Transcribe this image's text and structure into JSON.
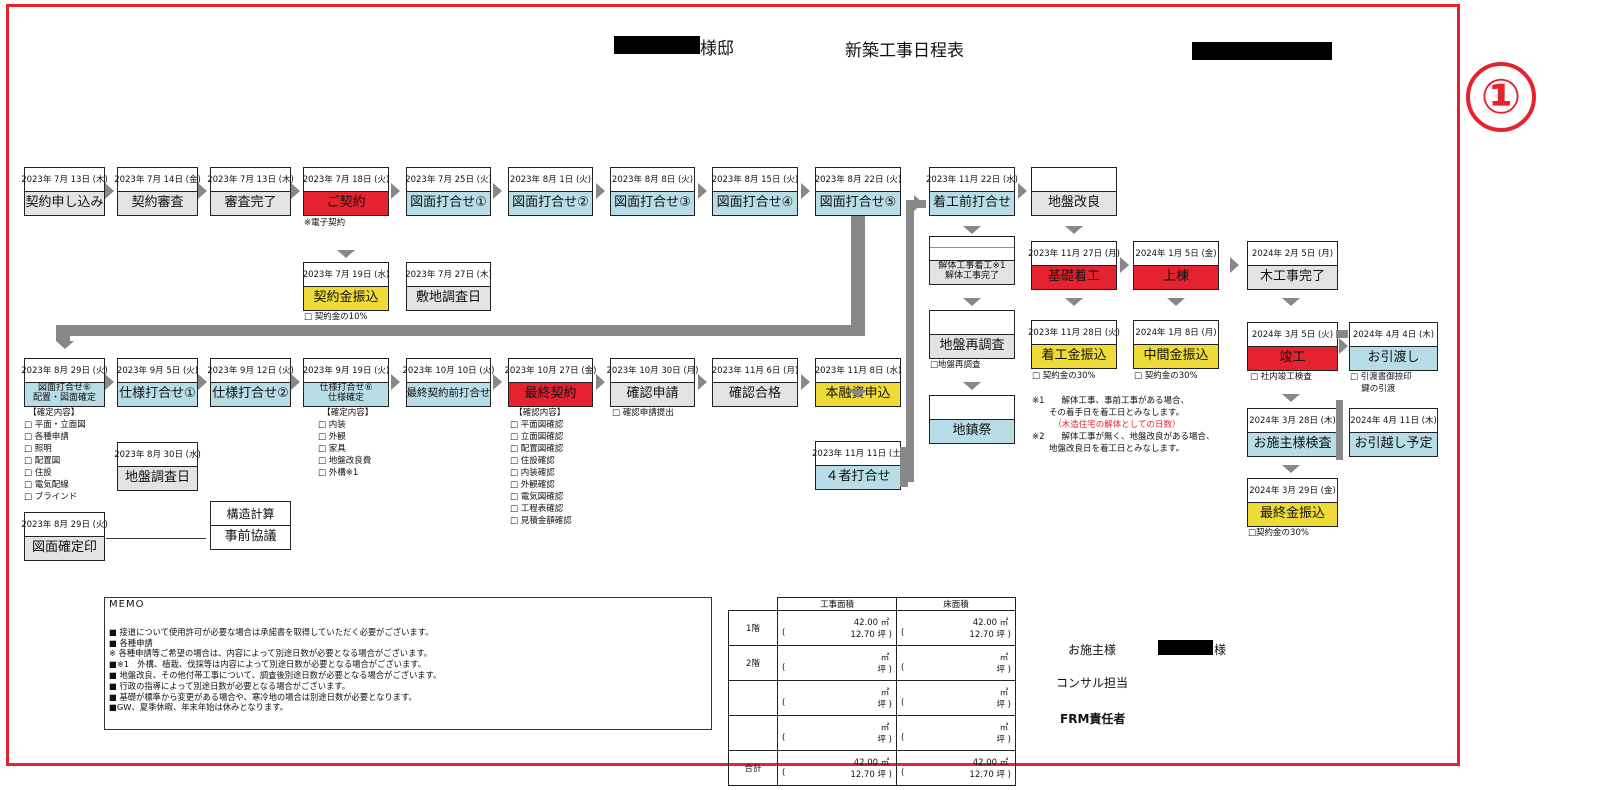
{
  "header": {
    "house_suffix": "様邸",
    "title": "新築工事日程表",
    "badge": "①"
  },
  "colors": {
    "gray": "#e3e3e3",
    "blue": "#b9dde6",
    "red": "#e52330",
    "yellow": "#eedb3a",
    "frame": "#e5232f"
  },
  "boxes": [
    {
      "id": "b1",
      "date": "2023年 7月 13日 (木)",
      "label": "契約申し込み",
      "color": "gray"
    },
    {
      "id": "b2",
      "date": "2023年 7月 14日 (金)",
      "label": "契約審査",
      "color": "gray"
    },
    {
      "id": "b3",
      "date": "2023年 7月 13日 (木)",
      "label": "審査完了",
      "color": "gray"
    },
    {
      "id": "b4",
      "date": "2023年 7月 18日 (火)",
      "label": "ご契約",
      "color": "red"
    },
    {
      "id": "b5",
      "date": "2023年 7月 25日 (火)",
      "label": "図面打合せ①",
      "color": "blue"
    },
    {
      "id": "b6",
      "date": "2023年 8月 1日 (火)",
      "label": "図面打合せ②",
      "color": "blue"
    },
    {
      "id": "b7",
      "date": "2023年 8月 8日 (火)",
      "label": "図面打合せ③",
      "color": "blue"
    },
    {
      "id": "b8",
      "date": "2023年 8月 15日 (火)",
      "label": "図面打合せ④",
      "color": "blue"
    },
    {
      "id": "b9",
      "date": "2023年 8月 22日 (火)",
      "label": "図面打合せ⑤",
      "color": "blue"
    },
    {
      "id": "b10",
      "date": "2023年 7月 19日 (水)",
      "label": "契約金振込",
      "color": "yellow"
    },
    {
      "id": "b11",
      "date": "2023年 7月 27日 (木)",
      "label": "敷地調査日",
      "color": "gray"
    },
    {
      "id": "c1",
      "date": "2023年 8月 29日 (火)",
      "label": "図面打合せ⑥\n配置・図面確定",
      "color": "blue",
      "small": true
    },
    {
      "id": "c2",
      "date": "2023年 9月 5日 (火)",
      "label": "仕様打合せ①",
      "color": "blue"
    },
    {
      "id": "c3",
      "date": "2023年 9月 12日 (火)",
      "label": "仕様打合せ②",
      "color": "blue"
    },
    {
      "id": "c4",
      "date": "2023年 9月 19日 (火)",
      "label": "仕様打合せ⑥\n仕様確定",
      "color": "blue",
      "small": true
    },
    {
      "id": "c5",
      "date": "2023年 10月 10日 (火)",
      "label": "最終契約前打合せ",
      "color": "blue",
      "mid": true
    },
    {
      "id": "c6",
      "date": "2023年 10月 27日 (金)",
      "label": "最終契約",
      "color": "red"
    },
    {
      "id": "c7",
      "date": "2023年 10月 30日 (月)",
      "label": "確認申請",
      "color": "gray"
    },
    {
      "id": "c8",
      "date": "2023年 11月 6日 (月)",
      "label": "確認合格",
      "color": "gray"
    },
    {
      "id": "c9",
      "date": "2023年 11月 8日 (水)",
      "label": "本融資申込",
      "color": "yellow"
    },
    {
      "id": "c10",
      "date": "2023年 8月 30日 (水)",
      "label": "地盤調査日",
      "color": "gray"
    },
    {
      "id": "c11",
      "date": "2023年 11月 11日 (土)",
      "label": "４者打合せ",
      "color": "blue"
    },
    {
      "id": "c12",
      "date": "2023年 8月 29日 (火)",
      "label": "図面確定印",
      "color": "gray"
    },
    {
      "id": "c13",
      "date": "構造計算",
      "label": "事前協議",
      "color": "white",
      "plain": true
    },
    {
      "id": "r1",
      "date": "2023年 11月 22日 (水)",
      "label": "着工前打合せ",
      "color": "blue"
    },
    {
      "id": "r2",
      "date": "",
      "label": "地盤改良",
      "color": "gray"
    },
    {
      "id": "r3",
      "date": "",
      "label": "解体工事着工※1\n解体工事完了",
      "color": "gray",
      "small": true,
      "triple": true
    },
    {
      "id": "r4",
      "date": "2023年 11月 27日 (月)",
      "label": "基礎着工",
      "color": "red"
    },
    {
      "id": "r5",
      "date": "2024年 1月 5日 (金)",
      "label": "上棟",
      "color": "red"
    },
    {
      "id": "r6",
      "date": "2024年 2月 5日 (月)",
      "label": "木工事完了",
      "color": "gray"
    },
    {
      "id": "r7",
      "date": "",
      "label": "地盤再調査",
      "color": "gray"
    },
    {
      "id": "r8",
      "date": "2023年 11月 28日 (火)",
      "label": "着工金振込",
      "color": "yellow"
    },
    {
      "id": "r9",
      "date": "2024年 1月 8日 (月)",
      "label": "中間金振込",
      "color": "yellow"
    },
    {
      "id": "r10",
      "date": "",
      "label": "地鎮祭",
      "color": "blue"
    },
    {
      "id": "r11",
      "date": "2024年 3月 5日 (火)",
      "label": "竣工",
      "color": "red"
    },
    {
      "id": "r12",
      "date": "2024年 4月 4日 (木)",
      "label": "お引渡し",
      "color": "blue"
    },
    {
      "id": "r13",
      "date": "2024年 3月 28日 (木)",
      "label": "お施主様検査",
      "color": "blue"
    },
    {
      "id": "r14",
      "date": "2024年 4月 11日 (木)",
      "label": "お引越し予定",
      "color": "blue"
    },
    {
      "id": "r15",
      "date": "2024年 3月 29日 (金)",
      "label": "最終金振込",
      "color": "yellow"
    }
  ],
  "notes": [
    {
      "id": "n1",
      "lines": [
        "※電子契約"
      ]
    },
    {
      "id": "n2",
      "lines": [
        "□  契約金の10%"
      ]
    },
    {
      "id": "n3",
      "lines": [
        "　【確定内容】",
        "□  平面・立面図",
        "□  各種申請",
        "□  照明",
        "□  配置図",
        "□  住設",
        "□  電気配線",
        "□  ブラインド"
      ]
    },
    {
      "id": "n4",
      "lines": [
        "　【確定内容】",
        "□  内装",
        "□  外観",
        "□  家具",
        "□  地盤改良費",
        "□  外構※1"
      ]
    },
    {
      "id": "n5",
      "lines": [
        "　【確認内容】",
        "□  平面図確認",
        "□  立面図確認",
        "□  配置図確認",
        "□  住設確認",
        "□  内装確認",
        "□  外観確認",
        "□  電気図確認",
        "□  工程表確認",
        "□  見積金額確認"
      ]
    },
    {
      "id": "n6",
      "lines": [
        "□  確認申請提出"
      ]
    },
    {
      "id": "n7",
      "lines": [
        "□地盤再調査"
      ]
    },
    {
      "id": "n8",
      "lines": [
        "□  契約金の30%"
      ]
    },
    {
      "id": "n9",
      "lines": [
        "□  契約金の30%"
      ]
    },
    {
      "id": "n10",
      "lines": [
        "※1　　解体工事、事前工事がある場合、",
        "　　その着手日を着工日とみなします。",
        "　　　（木造住宅の解体としての日数）",
        "※2　　解体工事が無く、地盤改良がある場合、",
        "　　地盤改良日を着工日とみなします。"
      ]
    },
    {
      "id": "n11",
      "lines": [
        "□  社内竣工検査"
      ]
    },
    {
      "id": "n12",
      "lines": [
        "□  引渡書御捺印",
        "　  鍵の引渡"
      ]
    },
    {
      "id": "n13",
      "lines": [
        "□契約金の30%"
      ]
    }
  ],
  "memo": {
    "title": "MEMO",
    "lines": [
      "■ 接道について使用許可が必要な場合は承諾書を取得していただく必要がございます。",
      "■ 各種申請",
      "※ 各種申請等ご希望の場合は、内容によって別途日数が必要となる場合がございます。",
      "■※1　外構、植栽、伐採等は内容によって別途日数が必要となる場合がございます。",
      "■ 地盤改良、その他付帯工事について、調査後別途日数が必要となる場合がございます。",
      "■ 行政の指導によって別途日数が必要となる場合がございます。",
      "■ 基礎が標準から変更がある場合や、寒冷地の場合は別途日数が必要となります。",
      "■GW、夏季休暇、年末年始は休みとなります。"
    ]
  },
  "area_table": {
    "headers": [
      "工事面積",
      "床面積"
    ],
    "rows": [
      {
        "label": "1階",
        "work_m2": "42.00",
        "work_tsubo": "12.70",
        "floor_m2": "42.00",
        "floor_tsubo": "12.70"
      },
      {
        "label": "2階",
        "work_m2": "",
        "work_tsubo": "",
        "floor_m2": "",
        "floor_tsubo": ""
      },
      {
        "label": "",
        "work_m2": "",
        "work_tsubo": "",
        "floor_m2": "",
        "floor_tsubo": ""
      },
      {
        "label": "",
        "work_m2": "",
        "work_tsubo": "",
        "floor_m2": "",
        "floor_tsubo": ""
      },
      {
        "label": "合計",
        "work_m2": "42.00",
        "work_tsubo": "12.70",
        "floor_m2": "42.00",
        "floor_tsubo": "12.70"
      }
    ],
    "unit_m2": "㎡",
    "unit_tsubo": "坪"
  },
  "signatures": {
    "owner_label": "お施主様",
    "owner_suffix": "様",
    "consultant_label": "コンサル担当",
    "frm_label": "FRM責任者"
  }
}
